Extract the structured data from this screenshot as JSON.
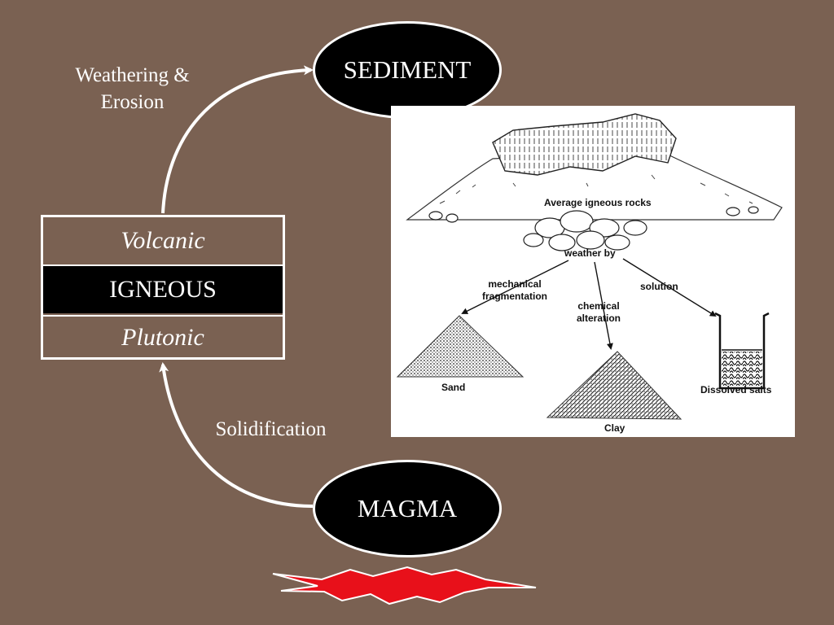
{
  "nodes": {
    "sediment": "SEDIMENT",
    "magma": "MAGMA",
    "igneous": "IGNEOUS",
    "volcanic": "Volcanic",
    "plutonic": "Plutonic"
  },
  "arrows": {
    "weathering_line1": "Weathering &",
    "weathering_line2": "Erosion",
    "solidification": "Solidification"
  },
  "illustration": {
    "average_rocks": "Average igneous rocks",
    "weather_by": "weather by",
    "mechanical_line1": "mechanical",
    "mechanical_line2": "fragmentation",
    "chemical_line1": "chemical",
    "chemical_line2": "alteration",
    "solution": "solution",
    "sand": "Sand",
    "clay": "Clay",
    "dissolved_salts": "Dissolved salts"
  },
  "colors": {
    "background": "#7a6152",
    "node_fill": "#000000",
    "outline": "#ffffff",
    "burst": "#e8101a"
  }
}
